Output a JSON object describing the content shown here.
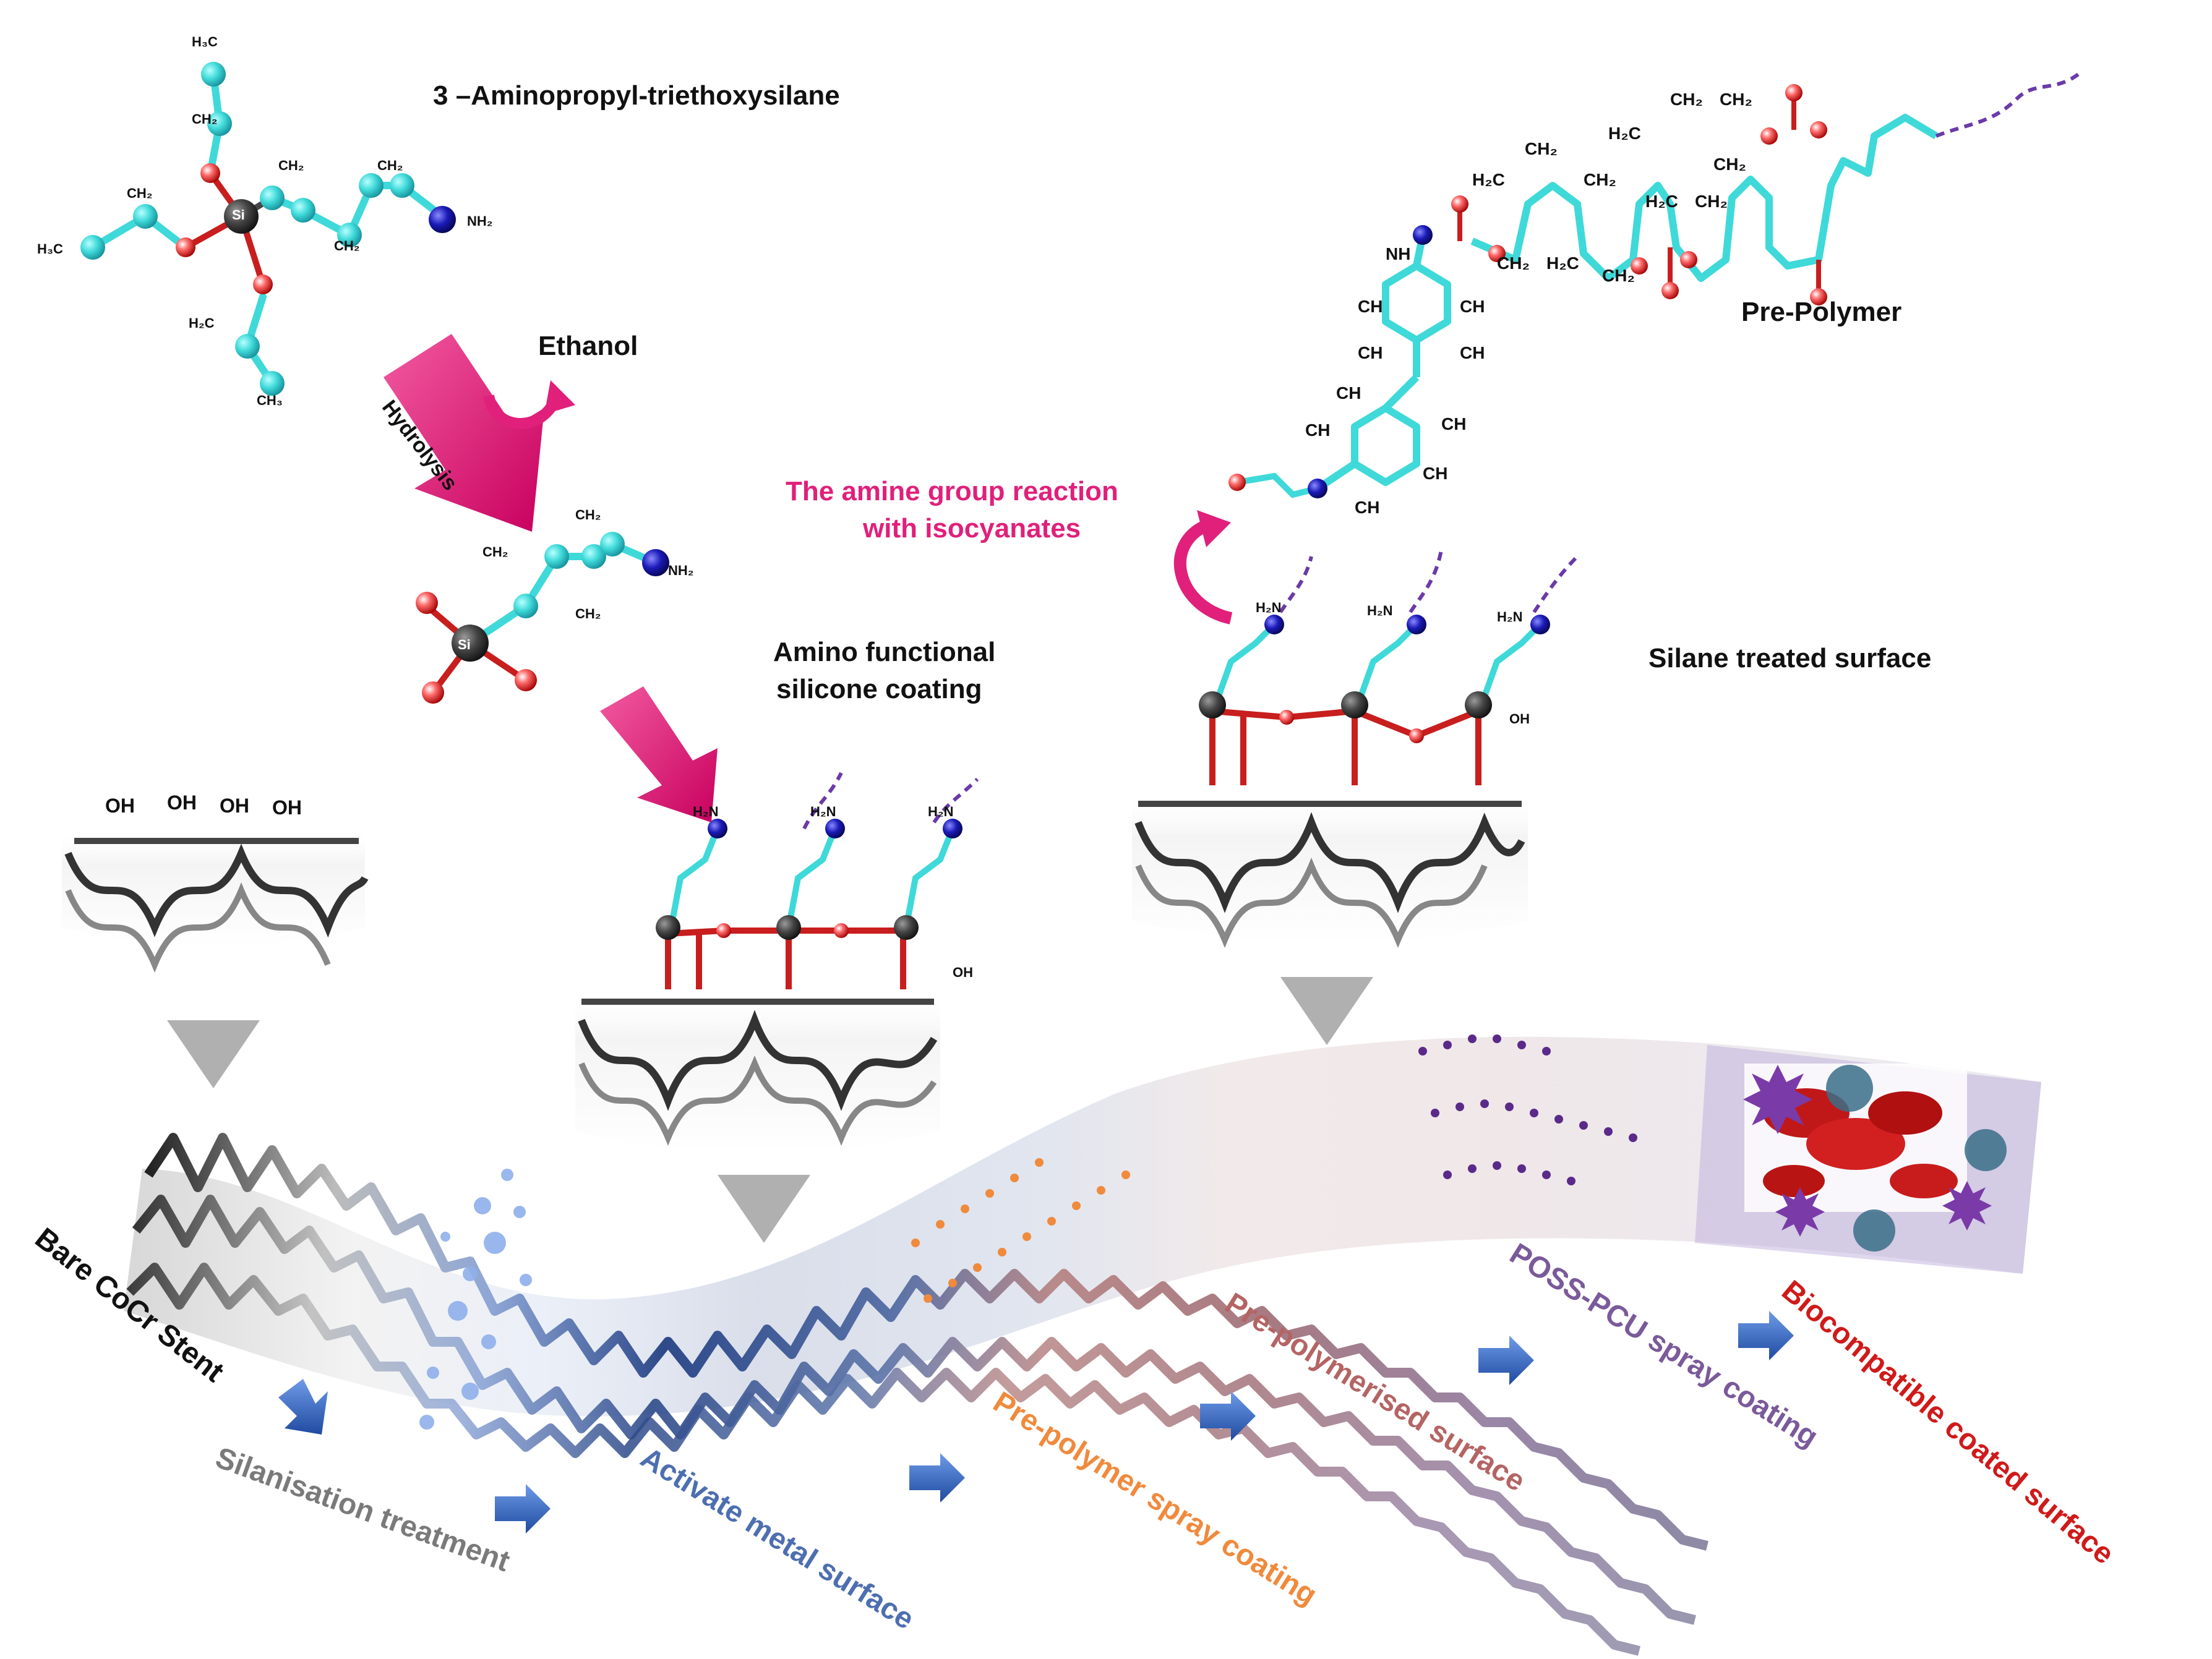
{
  "titles": {
    "aptes": "3 –Aminopropyl-triethoxysilane",
    "ethanol": "Ethanol",
    "hydrolysis": "Hydrolysis",
    "amino_coating_line1": "Amino functional",
    "amino_coating_line2": "silicone coating",
    "amine_reaction_line1": "The amine group reaction",
    "amine_reaction_line2": "with isocyanates",
    "pre_polymer": "Pre-Polymer",
    "silane_surface": "Silane treated surface"
  },
  "steps": {
    "bare": "Bare CoCr Stent",
    "silanisation": "Silanisation treatment",
    "activate": "Activate metal surface",
    "prepolymer_spray": "Pre-polymer spray coating",
    "prepolymerised": "Pre-polymerised surface",
    "poss_pcu": "POSS-PCU spray coating",
    "biocompatible": "Biocompatible coated surface"
  },
  "atoms": {
    "h3c": "H₃C",
    "ch2": "CH₂",
    "ch3": "CH₃",
    "h2c": "H₂C",
    "h2n": "H₂N",
    "nh2": "NH₂",
    "si": "Si",
    "oh": "OH",
    "o": "O",
    "ch": "CH",
    "nh": "NH",
    "n": "N",
    "c": "C"
  },
  "colors": {
    "atom_carbon": "#3fd9d9",
    "atom_oxygen": "#c81e1e",
    "atom_nitrogen": "#1a1ab8",
    "atom_silicon": "#444444",
    "arrow_magenta": "#e0207a",
    "step_arrow_blue": "#2f5fb8",
    "bare_text": "#111111",
    "silanisation_text": "#7a7a7a",
    "activate_text": "#4d6fb0",
    "prepolymer_text": "#f08a3c",
    "prepolymerised_text": "#b46464",
    "poss_text": "#7a5a9a",
    "biocompatible_text": "#d01a1a"
  }
}
